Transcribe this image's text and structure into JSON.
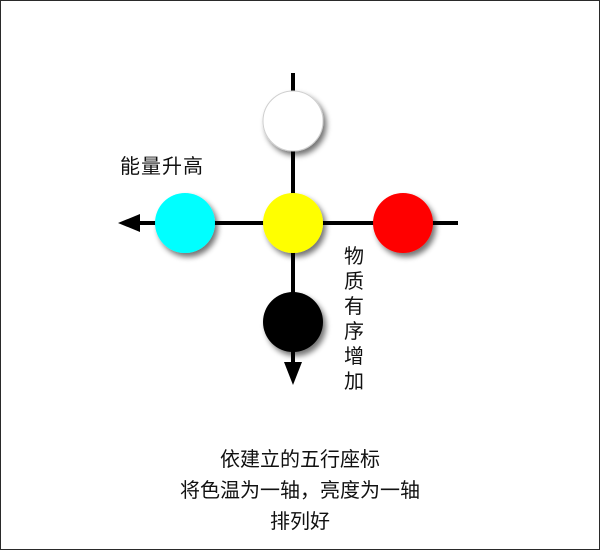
{
  "diagram": {
    "label_left": "能量升高",
    "label_down": "物质有序增加",
    "caption": [
      "依建立的五行座标",
      "将色温为一轴，亮度为一轴",
      "排列好"
    ],
    "colors": {
      "center": "#ffff00",
      "top": "#ffffff",
      "left": "#00ffff",
      "right": "#ff0000",
      "bottom": "#000000",
      "axis": "#000000"
    }
  }
}
